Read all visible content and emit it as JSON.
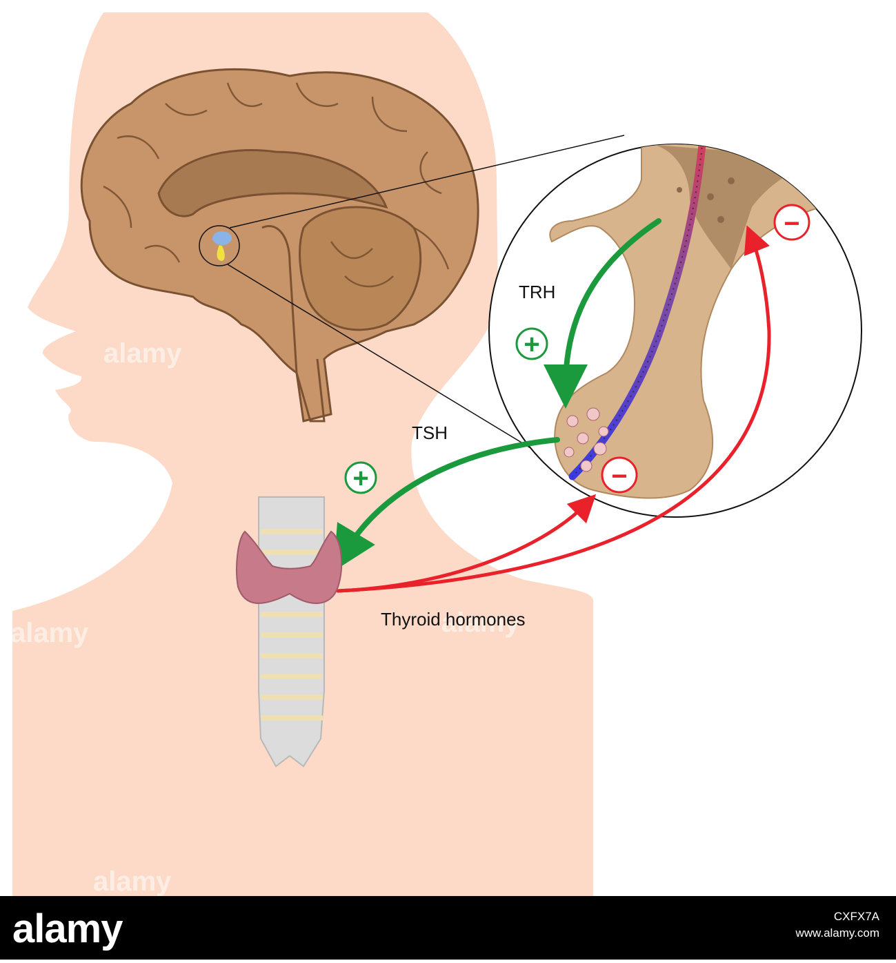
{
  "labels": {
    "trh": "TRH",
    "tsh": "TSH",
    "thyroid_hormones": "Thyroid hormones"
  },
  "signs": {
    "plus": "+",
    "minus": "−"
  },
  "watermark": "alamy",
  "footer": {
    "brand": "alamy",
    "image_id": "CXFX7A",
    "site": "www.alamy.com"
  },
  "colors": {
    "skin": "#fcdac7",
    "brain": "#c8946a",
    "stimulate": "#1a9a3c",
    "inhibit": "#e8212a",
    "thyroid": "#c67a8a",
    "trachea": "#dcdcdc"
  }
}
